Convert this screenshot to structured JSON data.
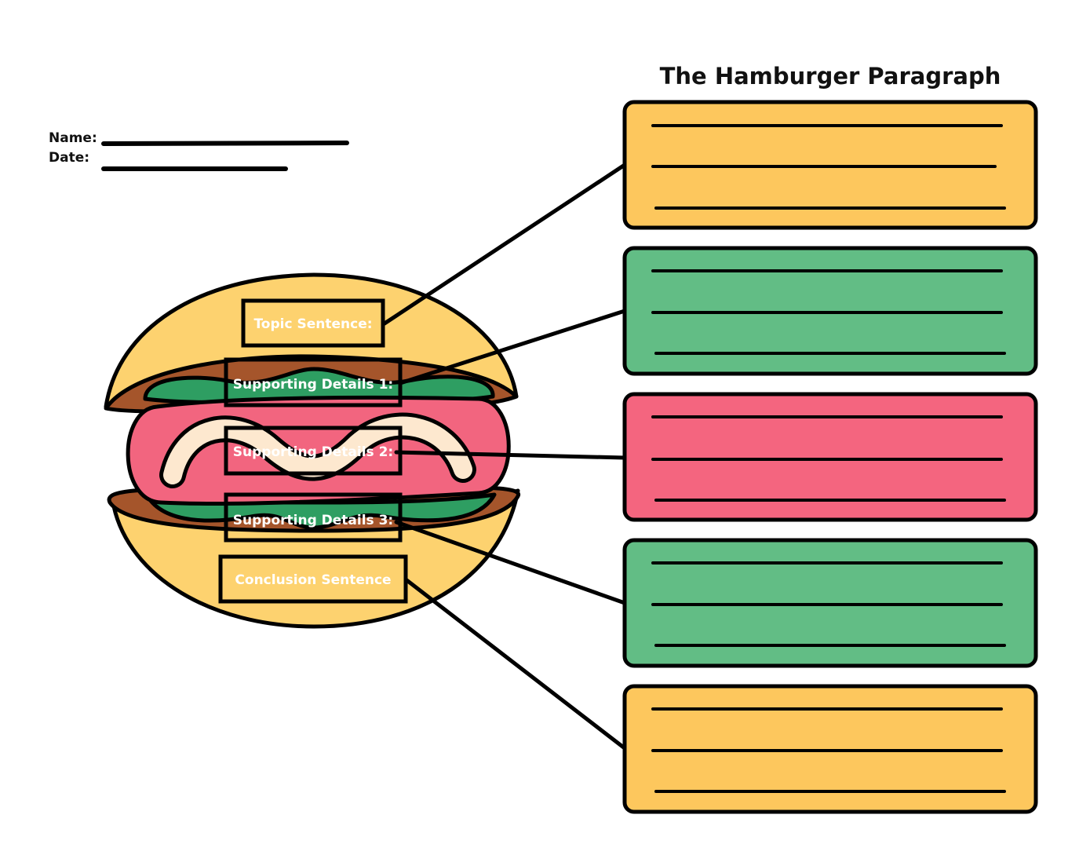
{
  "title": "The Hamburger Paragraph",
  "fields": {
    "name_label": "Name:",
    "date_label": "Date:"
  },
  "burger_labels": {
    "topic": "Topic Sentence:",
    "details1": "Supporting Details 1:",
    "details2": "Supporting Details 2:",
    "details3": "Supporting Details 3:",
    "conclusion": "Conclusion Sentence"
  },
  "colors": {
    "bun": "#fdd26f",
    "meat": "#a5552b",
    "lettuce": "#2e9e62",
    "sausage": "#f2657f",
    "mayo": "#fde8cf",
    "box_yellow": "#fdc75d",
    "box_green": "#62bd85",
    "box_pink": "#f4657f"
  }
}
